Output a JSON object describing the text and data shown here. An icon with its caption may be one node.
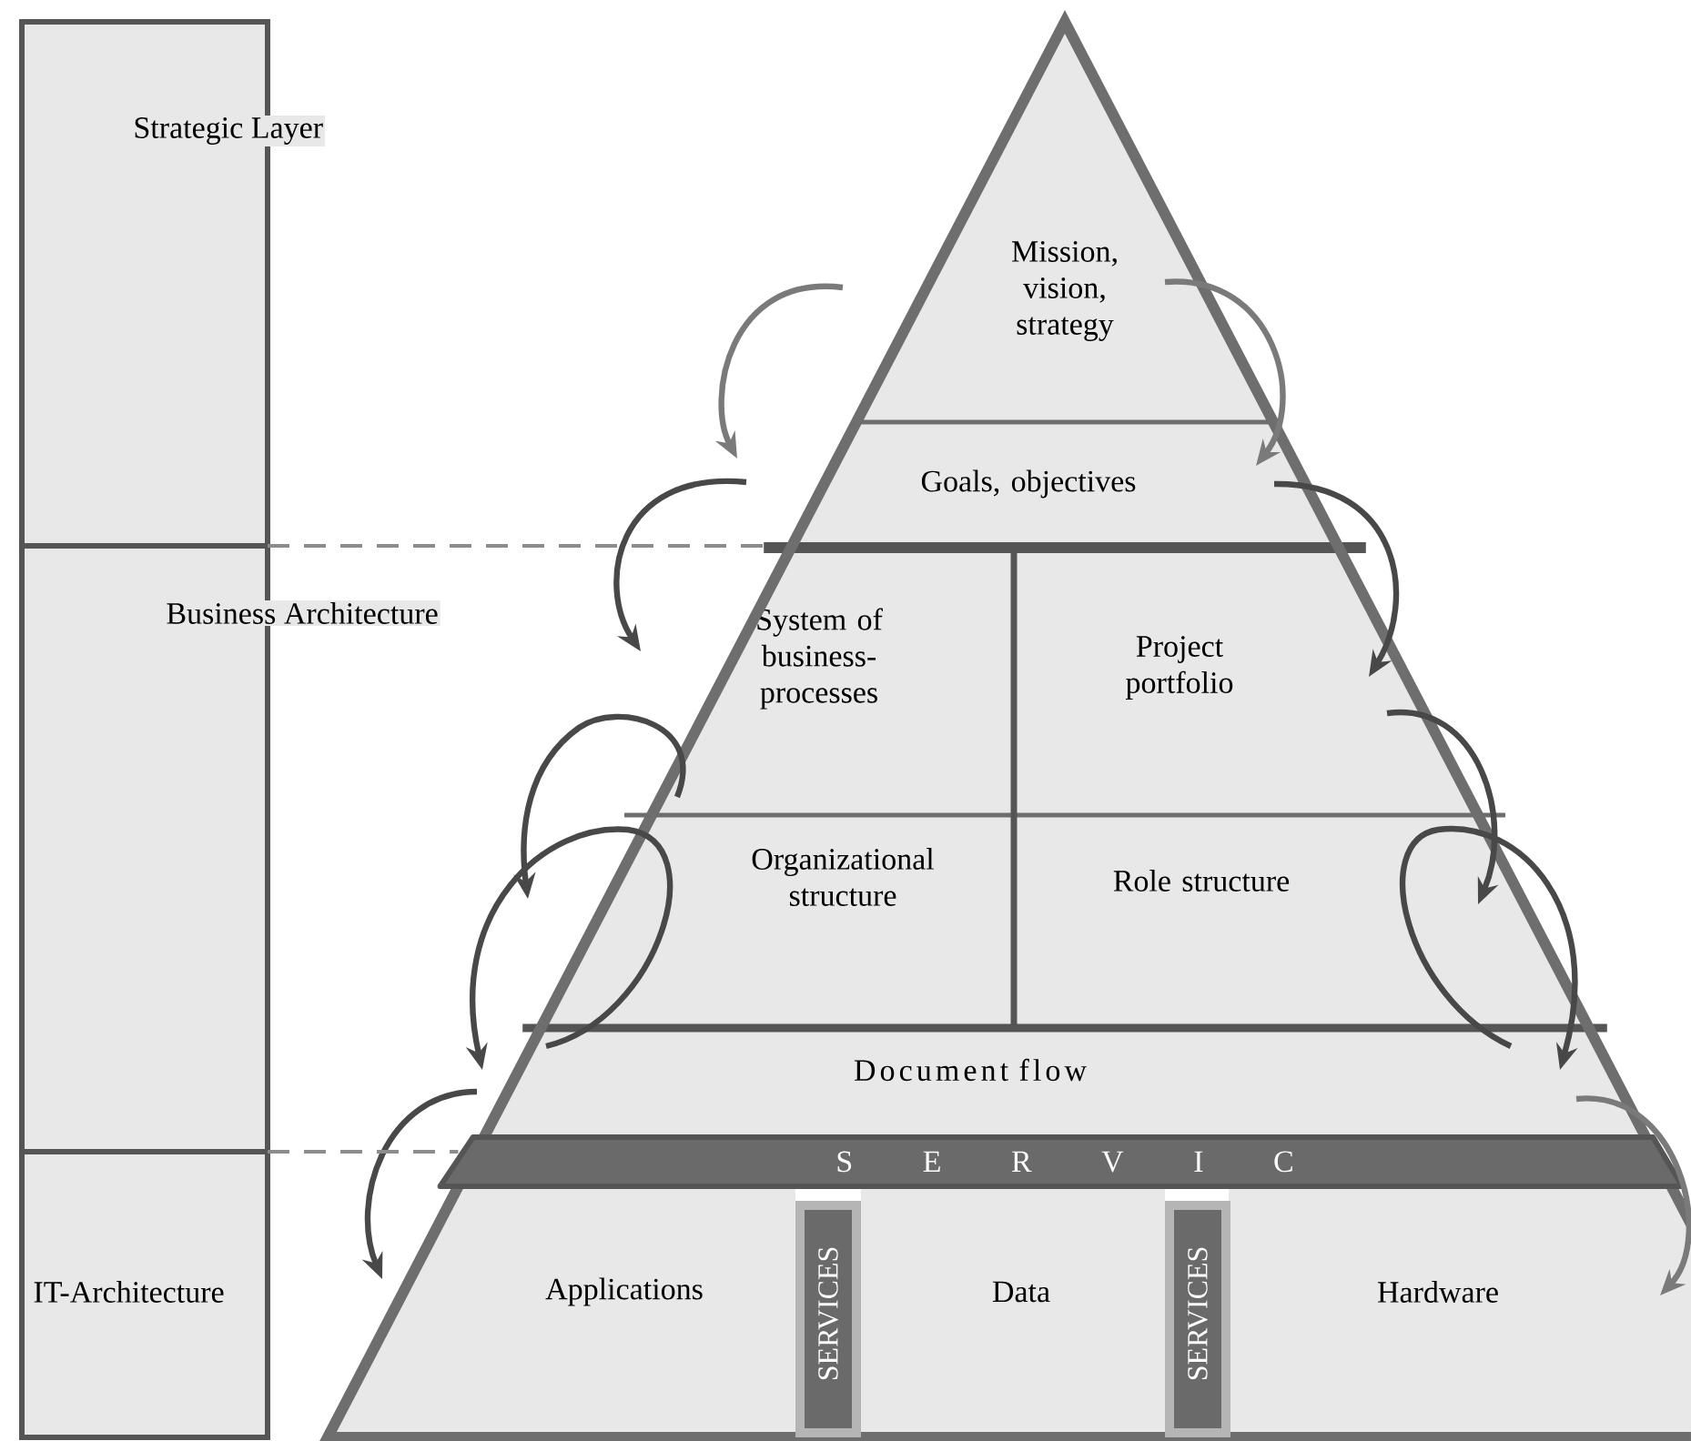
{
  "diagram": {
    "nodes": [
      {
        "text": [
          "Strategic Layer"
        ]
      },
      {
        "text": [
          "Business Architecture"
        ]
      },
      {
        "text": [
          "IT-Architecture"
        ]
      },
      {
        "text": [
          "Mission, vision, strategy"
        ]
      },
      {
        "text": [
          "Goals, objectives"
        ]
      },
      {
        "text": [
          "System of business-processes"
        ]
      },
      {
        "text": [
          "Project portfolio"
        ]
      },
      {
        "text": [
          "Organizational structure"
        ]
      },
      {
        "text": [
          "Role structure"
        ]
      },
      {
        "text": [
          "Document flow"
        ]
      },
      {
        "text": [
          "S E R V I C"
        ]
      },
      {
        "text": [
          "Applications"
        ]
      },
      {
        "text": [
          "SERVICES"
        ]
      },
      {
        "text": [
          "Data"
        ]
      },
      {
        "text": [
          "SERVICES"
        ]
      },
      {
        "text": [
          "Hardware"
        ]
      }
    ],
    "edges": [
      {
        "from": 3,
        "to": 4,
        "arrow": "to",
        "color": "#7a7a7a"
      },
      {
        "from": 4,
        "to": 5,
        "arrow": "to"
      },
      {
        "from": 5,
        "to": 7,
        "arrow": "to"
      },
      {
        "from": 7,
        "to": 9,
        "arrow": "to"
      },
      {
        "from": 9,
        "to": 11,
        "arrow": "to"
      },
      {
        "from": 3,
        "to": 4,
        "arrow": "to",
        "color": "#7a7a7a"
      },
      {
        "from": 4,
        "to": 6,
        "arrow": "to"
      },
      {
        "from": 6,
        "to": 8,
        "arrow": "to"
      },
      {
        "from": 8,
        "to": 9,
        "arrow": "to"
      },
      {
        "from": 9,
        "to": 15,
        "arrow": "to",
        "color": "#7a7a7a"
      },
      {
        "from": 1,
        "to": 5,
        "arrow": "none",
        "style": "dashed",
        "color": "#8c8c8c"
      },
      {
        "from": 2,
        "to": 10,
        "arrow": "none",
        "style": "dashed",
        "color": "#8c8c8c"
      }
    ]
  }
}
